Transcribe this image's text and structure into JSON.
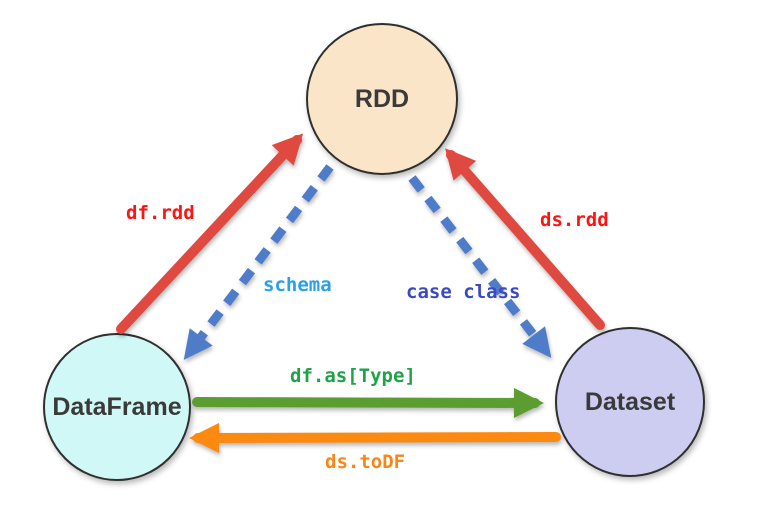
{
  "nodes": {
    "rdd": {
      "label": "RDD"
    },
    "dataframe": {
      "label": "DataFrame"
    },
    "dataset": {
      "label": "Dataset"
    }
  },
  "edges": {
    "df_to_rdd": {
      "label": "df.rdd"
    },
    "ds_to_rdd": {
      "label": "ds.rdd"
    },
    "rdd_to_df": {
      "label": "schema"
    },
    "rdd_to_ds": {
      "label": "case class"
    },
    "df_to_ds": {
      "label": "df.as[Type]"
    },
    "ds_to_df": {
      "label": "ds.toDF"
    }
  },
  "colors": {
    "red_arrow": "#E0493F",
    "blue_arrow": "#4E7CC9",
    "green_arrow": "#5C9D31",
    "orange_arrow": "#FC8A11",
    "node_border": "#2F2F2F",
    "node_text": "#3A3A3A",
    "node_rdd_fill": "#FBE5C8",
    "node_dataframe_fill": "#D0F8F7",
    "node_dataset_fill": "#CDCDF2",
    "label_red": "#FF1414",
    "label_schema_blue": "#29A0E8",
    "label_case_blue": "#3A49C4",
    "label_green": "#1FA348",
    "label_orange": "#F8861A"
  }
}
